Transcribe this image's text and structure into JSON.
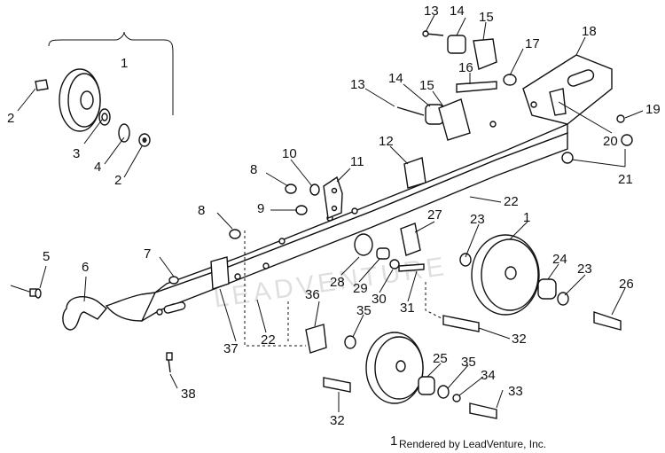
{
  "labels": [
    {
      "id": "c1a",
      "text": "1"
    },
    {
      "id": "c2a",
      "text": "2"
    },
    {
      "id": "c3",
      "text": "3"
    },
    {
      "id": "c4",
      "text": "4"
    },
    {
      "id": "c2b",
      "text": "2"
    },
    {
      "id": "c5",
      "text": "5"
    },
    {
      "id": "c6",
      "text": "6"
    },
    {
      "id": "c7",
      "text": "7"
    },
    {
      "id": "c8a",
      "text": "8"
    },
    {
      "id": "c8b",
      "text": "8"
    },
    {
      "id": "c9",
      "text": "9"
    },
    {
      "id": "c10",
      "text": "10"
    },
    {
      "id": "c11",
      "text": "11"
    },
    {
      "id": "c12",
      "text": "12"
    },
    {
      "id": "c13a",
      "text": "13"
    },
    {
      "id": "c14a",
      "text": "14"
    },
    {
      "id": "c15a",
      "text": "15"
    },
    {
      "id": "c13b",
      "text": "13"
    },
    {
      "id": "c14b",
      "text": "14"
    },
    {
      "id": "c15b",
      "text": "15"
    },
    {
      "id": "c16",
      "text": "16"
    },
    {
      "id": "c17",
      "text": "17"
    },
    {
      "id": "c18",
      "text": "18"
    },
    {
      "id": "c19",
      "text": "19"
    },
    {
      "id": "c20",
      "text": "20"
    },
    {
      "id": "c21",
      "text": "21"
    },
    {
      "id": "c22a",
      "text": "22"
    },
    {
      "id": "c22b",
      "text": "22"
    },
    {
      "id": "c23a",
      "text": "23"
    },
    {
      "id": "c1b",
      "text": "1"
    },
    {
      "id": "c24",
      "text": "24"
    },
    {
      "id": "c23b",
      "text": "23"
    },
    {
      "id": "c26",
      "text": "26"
    },
    {
      "id": "c27",
      "text": "27"
    },
    {
      "id": "c28",
      "text": "28"
    },
    {
      "id": "c29",
      "text": "29"
    },
    {
      "id": "c30",
      "text": "30"
    },
    {
      "id": "c31",
      "text": "31"
    },
    {
      "id": "c32a",
      "text": "32"
    },
    {
      "id": "c36",
      "text": "36"
    },
    {
      "id": "c35a",
      "text": "35"
    },
    {
      "id": "c37",
      "text": "37"
    },
    {
      "id": "c38",
      "text": "38"
    },
    {
      "id": "c25",
      "text": "25"
    },
    {
      "id": "c35b",
      "text": "35"
    },
    {
      "id": "c34",
      "text": "34"
    },
    {
      "id": "c33",
      "text": "33"
    },
    {
      "id": "c32b",
      "text": "32"
    },
    {
      "id": "c1c",
      "text": "1"
    }
  ],
  "credit": "Rendered by LeadVenture, Inc.",
  "watermark": "LEADVENTURE"
}
